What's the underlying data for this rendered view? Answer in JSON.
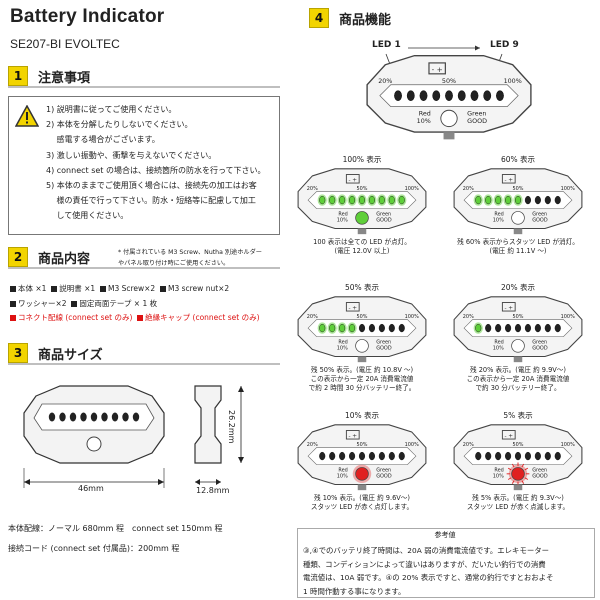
{
  "header": {
    "title": "Battery Indicator",
    "model": "SE207-BI EVOLTEC"
  },
  "sections": {
    "notes": {
      "num": "1",
      "label": "注意事項"
    },
    "contents": {
      "num": "2",
      "label": "商品内容"
    },
    "size": {
      "num": "3",
      "label": "商品サイズ"
    },
    "function": {
      "num": "4",
      "label": "商品機能"
    }
  },
  "notes": [
    "1) 説明書に従ってご使用ください。",
    "2) 本体を分解したりしないでください。",
    "　 感電する場合がございます。",
    "3) 激しい振動や、衝撃を与えないでください。",
    "4) connect set の場合は、接続箇所の防水を行って下さい。",
    "5) 本体のままでご使用頂く場合には、接続先の加工はお客",
    "　 様の責任で行って下さい。防水・短絡等に配慮して加工",
    "　 して使用ください。"
  ],
  "contents": {
    "note_line1": "* 付属されている M3 Screw、Nutha 別途ホルダー",
    "note_line2": "やパネル取り付け時にご使用ください。",
    "row1": [
      "本体 ×1",
      "説明書 ×1",
      "M3 Screw×2",
      "M3 screw nut×2"
    ],
    "row2": [
      "ワッシャー×2",
      "固定両面テープ × 1 枚"
    ],
    "row3": [
      "コネクト配線 (connect set のみ)",
      "絶縁キャップ (connect set のみ)"
    ]
  },
  "size": {
    "width": "46mm",
    "depth": "12.8mm",
    "height": "26.2mm",
    "cable1": "本体配線：ノーマル 680mm 程　connect set 150mm 程",
    "cable2": "接続コード (connect set 付属品)：200mm 程"
  },
  "device": {
    "led_first": "LED 1",
    "led_last": "LED 9",
    "pct_low": "20%",
    "pct_mid": "50%",
    "pct_high": "100%",
    "red_label": "Red",
    "red_pct": "10%",
    "green_label": "Green",
    "green_sub": "GOOD",
    "battery_symbol": "- +"
  },
  "states": [
    {
      "label": "100% 表示",
      "lit": 9,
      "lit_color": "#5fcf3a",
      "center": "green",
      "desc1": "100 表示は全ての LED が点灯。",
      "desc2": "(電圧 12.0V 以上)"
    },
    {
      "label": "60% 表示",
      "lit": 5,
      "lit_color": "#5fcf3a",
      "center": "off",
      "desc1": "残 60% 表示からスタッツ LED が消灯。",
      "desc2": "(電圧 約 11.1V ～)"
    },
    {
      "label": "50% 表示",
      "lit": 4,
      "lit_color": "#5fcf3a",
      "center": "off",
      "desc1": "残 50% 表示。(電圧 約 10.8V ～)",
      "desc2": "この表示から一定 20A 消費電流値",
      "desc3": "で約 2 時間 30 分バッテリー終了。"
    },
    {
      "label": "20% 表示",
      "lit": 1,
      "lit_color": "#5fcf3a",
      "center": "off",
      "desc1": "残 20% 表示。(電圧 約 9.9V～)",
      "desc2": "この表示から一定 20A 消費電流値",
      "desc3": "で約 30 分バッテリー終了。"
    },
    {
      "label": "10% 表示",
      "lit": 0,
      "lit_color": "#e02020",
      "center": "red",
      "desc1": "残 10% 表示。(電圧 約 9.6V～)",
      "desc2": "スタッツ LED が赤く点灯します。"
    },
    {
      "label": "5% 表示",
      "lit": 0,
      "lit_color": "#e02020",
      "center": "red-blink",
      "desc1": "残 5% 表示。(電圧 約 9.3V～)",
      "desc2": "スタッツ LED が赤く点滅します。"
    }
  ],
  "reference": {
    "title": "参考値",
    "lines": [
      "③,④でのバッテリ終了時間は、20A 弱の消費電流値です。エレキモーター",
      "種類、コンディションによって違いはありますが、だいたい釣行での消費",
      "電流値は、10A 弱です。④の 20% 表示ですと、通常の釣行ですとおおよそ",
      "1 時間作動する事になります。"
    ]
  }
}
